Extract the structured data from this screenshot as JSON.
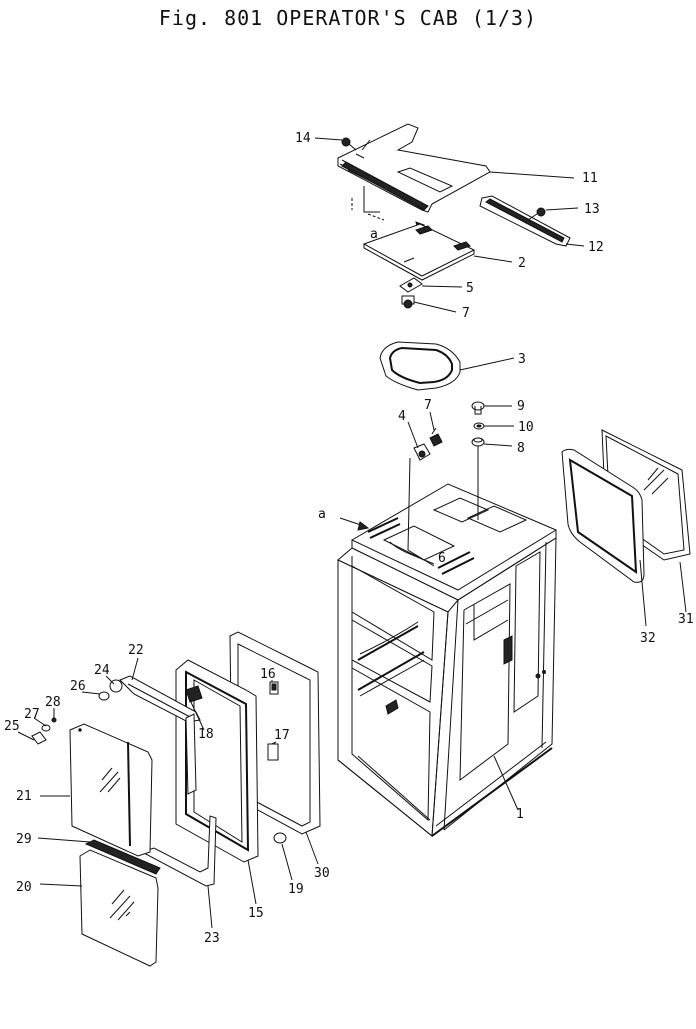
{
  "title": "Fig. 801 OPERATOR'S CAB (1/3)",
  "view_label": "a",
  "parts": [
    {
      "no": "1"
    },
    {
      "no": "2"
    },
    {
      "no": "3"
    },
    {
      "no": "4"
    },
    {
      "no": "5"
    },
    {
      "no": "6"
    },
    {
      "no": "7"
    },
    {
      "no": "7"
    },
    {
      "no": "8"
    },
    {
      "no": "9"
    },
    {
      "no": "10"
    },
    {
      "no": "11"
    },
    {
      "no": "12"
    },
    {
      "no": "13"
    },
    {
      "no": "14"
    },
    {
      "no": "15"
    },
    {
      "no": "16"
    },
    {
      "no": "17"
    },
    {
      "no": "18"
    },
    {
      "no": "19"
    },
    {
      "no": "20"
    },
    {
      "no": "21"
    },
    {
      "no": "22"
    },
    {
      "no": "23"
    },
    {
      "no": "24"
    },
    {
      "no": "25"
    },
    {
      "no": "26"
    },
    {
      "no": "27"
    },
    {
      "no": "28"
    },
    {
      "no": "29"
    },
    {
      "no": "30"
    },
    {
      "no": "31"
    },
    {
      "no": "32"
    }
  ]
}
